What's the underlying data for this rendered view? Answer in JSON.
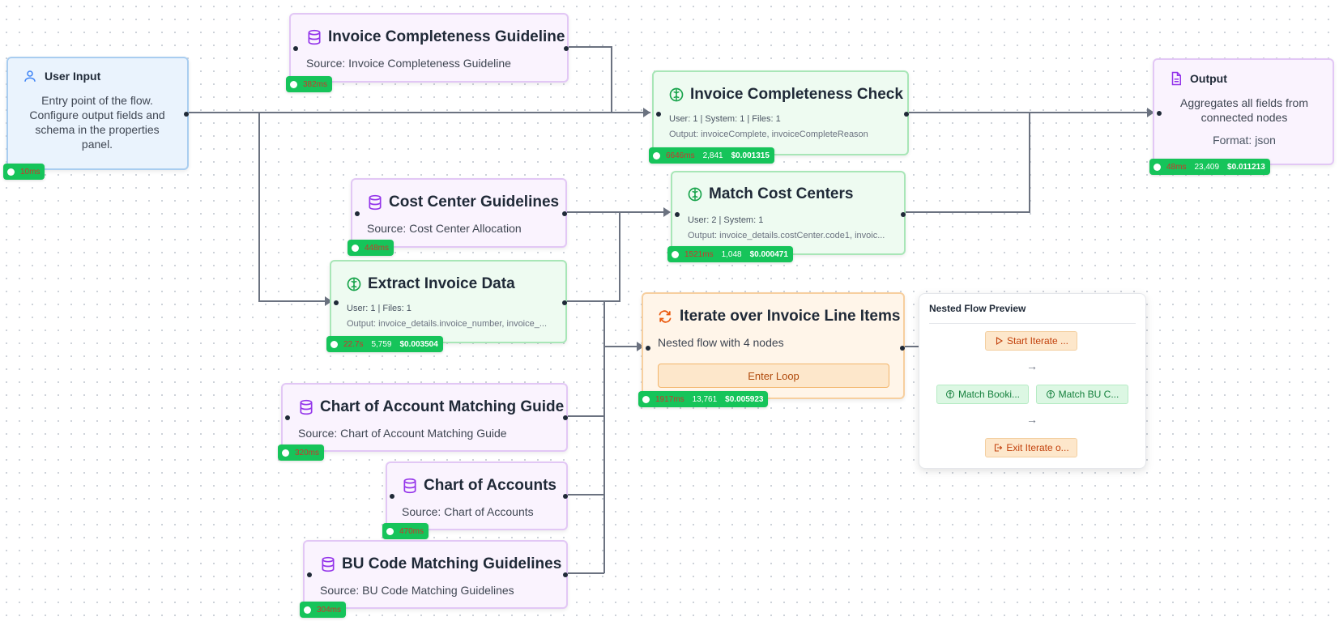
{
  "colors": {
    "edge": "#6b7280",
    "badge_green": "#16c45a",
    "badge_time_red": "#c8372c",
    "user_icon": "#3b82f6",
    "kb_icon": "#9333ea",
    "llm_icon": "#16a34a",
    "loop_icon": "#ea580c"
  },
  "nodes": {
    "user_input": {
      "icon": "user-icon",
      "title": "User Input",
      "description": "Entry point of the flow. Configure output fields and schema in the properties panel.",
      "badge": {
        "time": "10ms"
      }
    },
    "invoice_completeness_guideline": {
      "icon": "database-icon",
      "title": "Invoice Completeness Guideline",
      "source": "Source: Invoice Completeness Guideline",
      "badge": {
        "time": "382ms"
      }
    },
    "invoice_completeness_check": {
      "icon": "brain-icon",
      "title": "Invoice Completeness Check",
      "meta": "User: 1  | System: 1  | Files: 1",
      "output": "Output: invoiceComplete, invoiceCompleteReason",
      "badge": {
        "time": "6646ms",
        "tokens": "2,841",
        "cost": "$0.001315"
      }
    },
    "output": {
      "icon": "document-icon",
      "title": "Output",
      "description": "Aggregates all fields from connected nodes",
      "format": "Format: json",
      "badge": {
        "time": "48ms",
        "tokens": "23,409",
        "cost": "$0.011213"
      }
    },
    "cost_center_guidelines": {
      "icon": "database-icon",
      "title": "Cost Center Guidelines",
      "source": "Source: Cost Center Allocation",
      "badge": {
        "time": "448ms"
      }
    },
    "match_cost_centers": {
      "icon": "brain-icon",
      "title": "Match Cost Centers",
      "meta": "User: 2  | System: 1",
      "output": "Output: invoice_details.costCenter.code1, invoic...",
      "badge": {
        "time": "1521ms",
        "tokens": "1,048",
        "cost": "$0.000471"
      }
    },
    "extract_invoice_data": {
      "icon": "brain-icon",
      "title": "Extract Invoice Data",
      "meta": "User: 1  | Files: 1",
      "output": "Output: invoice_details.invoice_number, invoice_...",
      "badge": {
        "time": "22.7s",
        "tokens": "5,759",
        "cost": "$0.003504"
      }
    },
    "iterate_line_items": {
      "icon": "loop-icon",
      "title": "Iterate over Invoice Line Items",
      "description": "Nested flow with 4 nodes",
      "button": "Enter Loop",
      "badge": {
        "time": "1917ms",
        "tokens": "13,761",
        "cost": "$0.005923"
      }
    },
    "chart_of_account_matching_guide": {
      "icon": "database-icon",
      "title": "Chart of Account Matching Guide",
      "source": "Source: Chart of Account Matching Guide",
      "badge": {
        "time": "320ms"
      }
    },
    "chart_of_accounts": {
      "icon": "database-icon",
      "title": "Chart of Accounts",
      "source": "Source: Chart of Accounts",
      "badge": {
        "time": "470ms"
      }
    },
    "bu_code_matching_guidelines": {
      "icon": "database-icon",
      "title": "BU Code Matching Guidelines",
      "source": "Source: BU Code Matching Guidelines",
      "badge": {
        "time": "304ms"
      }
    }
  },
  "nested_preview": {
    "title": "Nested Flow Preview",
    "start": "Start Iterate ...",
    "arrow": "→",
    "middle": [
      "Match Booki...",
      "Match BU C..."
    ],
    "exit": "Exit Iterate o..."
  }
}
